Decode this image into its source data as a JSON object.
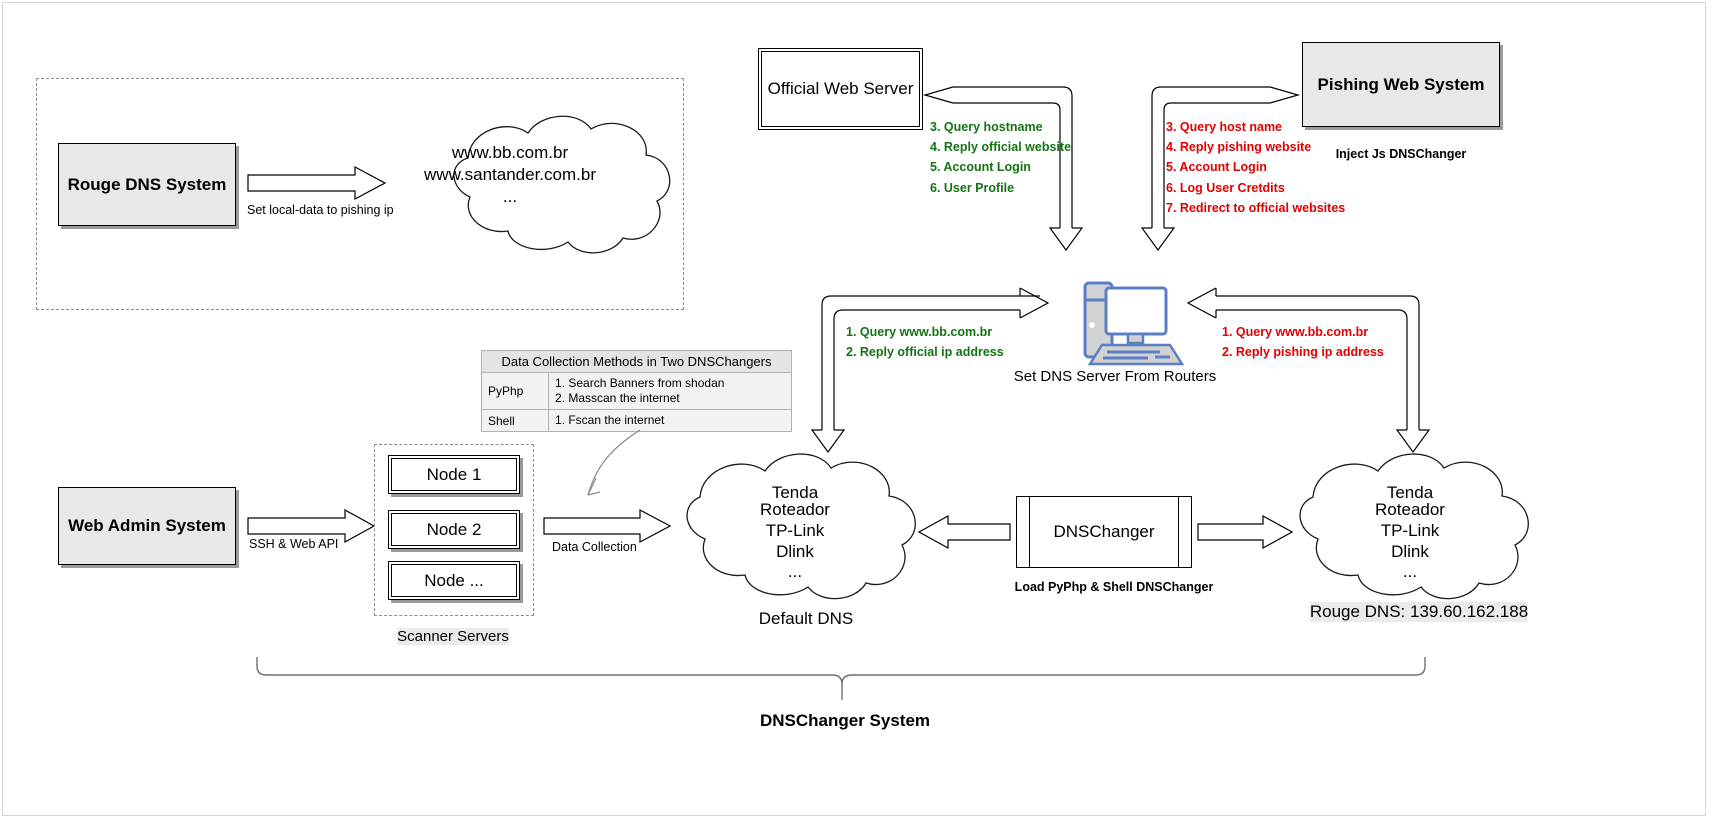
{
  "diagram": {
    "title": "DNSChanger System",
    "colors": {
      "green": "#147414",
      "red": "#e00000",
      "box_fill": "#e8e8e8",
      "computer": "#5b7fc4"
    }
  },
  "rogue_group": {
    "box_label": "Rouge DNS System",
    "arrow_label": "Set local-data to pishing ip",
    "cloud_lines": [
      "www.bb.com.br",
      "www.santander.com.br",
      "..."
    ]
  },
  "official_server": {
    "label": "Official Web Server"
  },
  "pishing_server": {
    "label": "Pishing Web System",
    "caption": "Inject Js DNSChanger"
  },
  "official_steps": [
    "3. Query hostname",
    "4. Reply official website",
    "5. Account Login",
    "6. User Profile"
  ],
  "pishing_steps": [
    "3. Query host name",
    "4. Reply pishing website",
    "5. Account Login",
    "6. Log User Cretdits",
    "7. Redirect to official websites"
  ],
  "client": {
    "caption": "Set DNS Server From Routers",
    "left_steps": [
      "1. Query www.bb.com.br",
      "2. Reply official ip address"
    ],
    "right_steps": [
      "1. Query www.bb.com.br",
      "2. Reply pishing ip address"
    ]
  },
  "table": {
    "title": "Data Collection Methods in Two DNSChangers",
    "rows": [
      {
        "key": "PyPhp",
        "value": "1. Search Banners from shodan\n2. Masscan the internet"
      },
      {
        "key": "Shell",
        "value": "1. Fscan the internet"
      }
    ]
  },
  "web_admin": {
    "label": "Web Admin System",
    "arrow_label": "SSH & Web API"
  },
  "scanner": {
    "caption": "Scanner Servers",
    "nodes": [
      "Node 1",
      "Node 2",
      "Node ..."
    ],
    "arrow_label": "Data Collection"
  },
  "default_dns": {
    "caption": "Default DNS",
    "lines": [
      "Tenda",
      "Roteador",
      "TP-Link",
      "Dlink",
      "..."
    ]
  },
  "rogue_dns": {
    "caption": "Rouge DNS: 139.60.162.188",
    "lines": [
      "Tenda",
      "Roteador",
      "TP-Link",
      "Dlink",
      "..."
    ]
  },
  "dnschanger": {
    "label": "DNSChanger",
    "caption": "Load PyPhp & Shell DNSChanger"
  }
}
